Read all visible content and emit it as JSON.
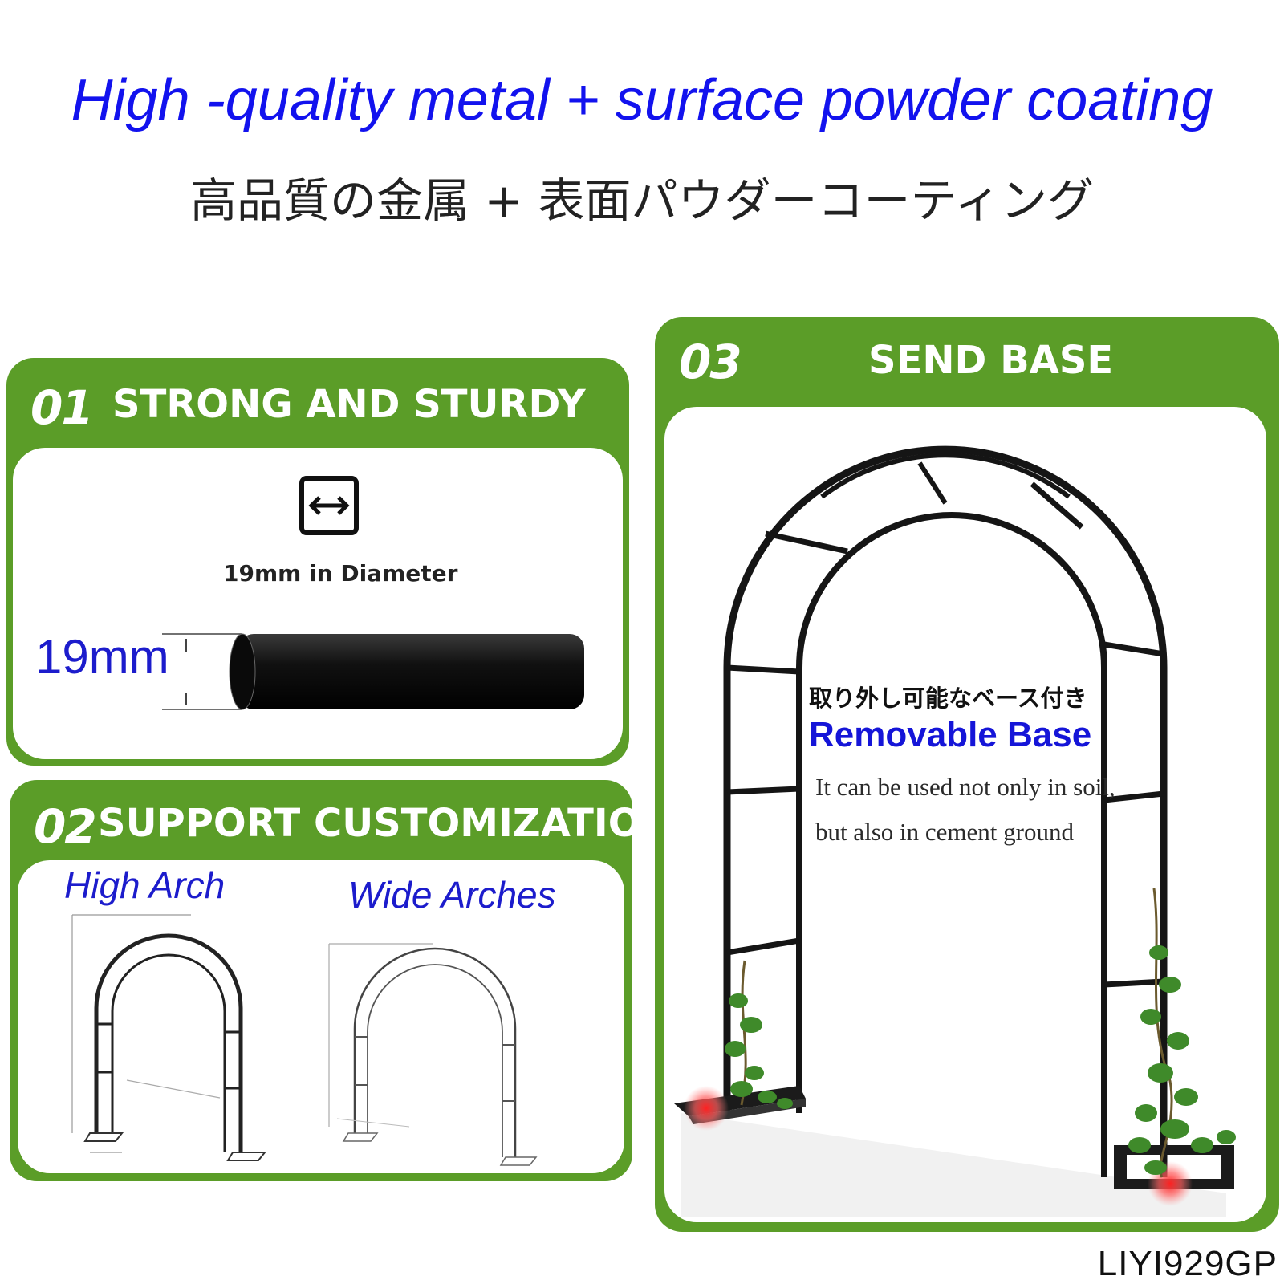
{
  "headline": {
    "english": "High -quality metal + surface powder coating",
    "japanese": "高品質の金属 + 表面パウダーコーティング"
  },
  "panels": [
    {
      "number": "01",
      "title": "STRONG AND STURDY",
      "icon": "horizontal-arrows-icon",
      "diameter_caption": "19mm in Diameter",
      "measure_label": "19mm"
    },
    {
      "number": "02",
      "title": "SUPPORT CUSTOMIZATIO",
      "options": [
        "High Arch",
        "Wide Arches"
      ]
    },
    {
      "number": "03",
      "title": "SEND BASE",
      "feature_ja": "取り外し可能なベース付き",
      "feature_en": "Removable Base",
      "description": "It can be used not only in soil, but also in cement ground"
    }
  ],
  "model_code": "LIYI929GP",
  "colors": {
    "panel_green": "#5b9d28",
    "headline_blue": "#1212ee",
    "arch_black": "#151515"
  }
}
